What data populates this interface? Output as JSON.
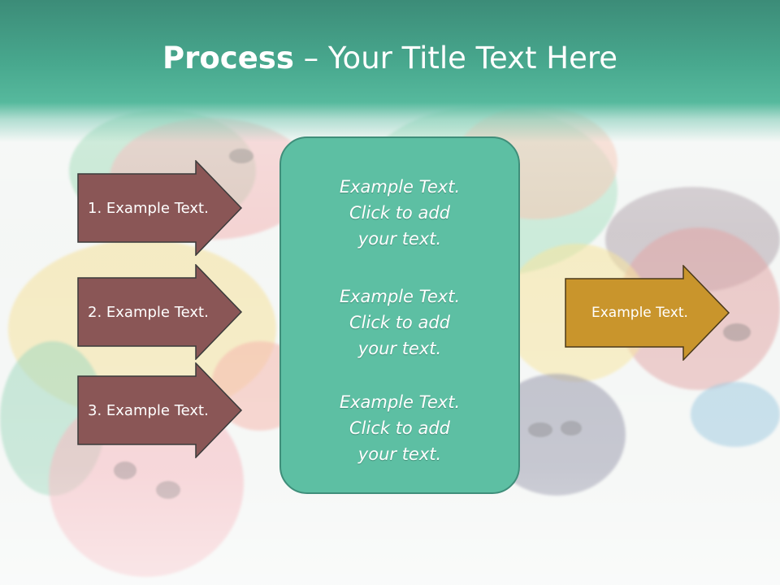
{
  "title": {
    "bold": "Process",
    "rest": " – Your Title Text Here"
  },
  "left_arrows": [
    {
      "label": "1. Example Text."
    },
    {
      "label": "2. Example Text."
    },
    {
      "label": "3. Example Text."
    }
  ],
  "center_panel": {
    "items": [
      {
        "line1": "Example Text.",
        "line2": "Click  to add",
        "line3": "your text."
      },
      {
        "line1": "Example Text.",
        "line2": "Click  to add",
        "line3": "your text."
      },
      {
        "line1": "Example Text.",
        "line2": "Click  to add",
        "line3": "your text."
      }
    ]
  },
  "right_arrow": {
    "label": "Example Text."
  },
  "colors": {
    "header": "#48a88e",
    "left_arrow_fill": "#8a5656",
    "left_arrow_stroke": "#3b3b3b",
    "panel_fill": "#5dbfa3",
    "panel_stroke": "#3f8e7a",
    "right_arrow_fill": "#c9952c",
    "right_arrow_stroke": "#4a3a1a"
  }
}
